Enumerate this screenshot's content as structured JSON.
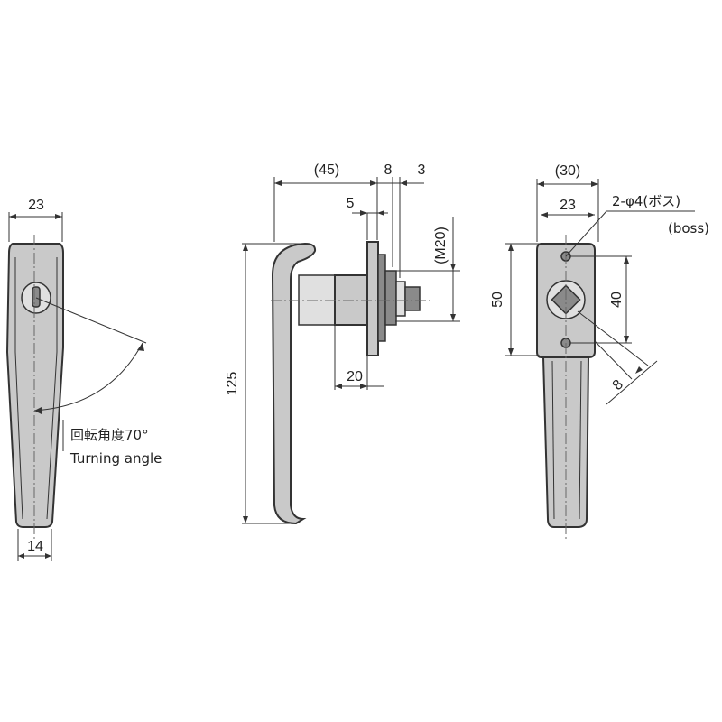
{
  "left_view": {
    "width_top": "23",
    "width_bottom": "14",
    "turning_angle_jp": "回転角度70°",
    "turning_angle_en": "Turning angle"
  },
  "side_view": {
    "dim_45": "(45)",
    "dim_8": "8",
    "dim_3": "3",
    "dim_5": "5",
    "dim_m20": "(M20)",
    "dim_125": "125",
    "dim_20": "20"
  },
  "right_view": {
    "dim_30": "(30)",
    "dim_23": "23",
    "boss_note": "2-φ4(ボス)",
    "boss_en": "(boss)",
    "dim_50": "50",
    "dim_40": "40",
    "dim_8": "8"
  }
}
